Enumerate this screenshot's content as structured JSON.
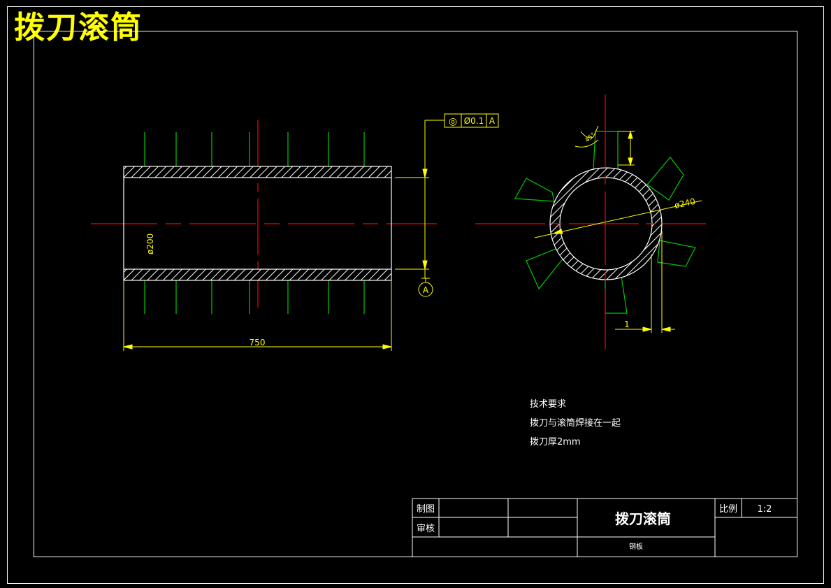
{
  "header": {
    "title": "拨刀滚筒"
  },
  "dimensions": {
    "length": "750",
    "inner_dia": "ø200",
    "outer_dia": "ø240",
    "thickness": "1",
    "angle": "45°"
  },
  "tolerance": {
    "symbol": "◎",
    "value": "Ø0.1",
    "datum": "A"
  },
  "datum_label": "A",
  "notes": [
    "技术要求",
    "拨刀与滚筒焊接在一起",
    "拨刀厚2mm"
  ],
  "title_block": {
    "made_by_label": "制图",
    "checked_by_label": "审核",
    "part_name": "拨刀滚筒",
    "material": "钢板",
    "scale_label": "比例",
    "scale_value": "1:2"
  },
  "colors": {
    "outline": "#ffffff",
    "dimension": "#ffff00",
    "centerline": "#ff0000",
    "blade": "#00cc00",
    "background": "#000000"
  }
}
